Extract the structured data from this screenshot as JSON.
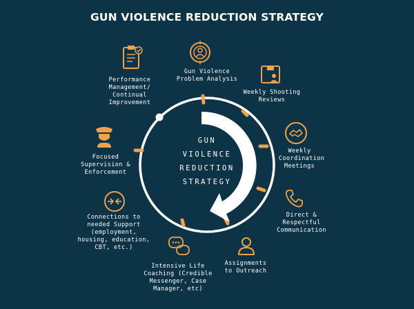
{
  "title": "GUN VIOLENCE REDUCTION STRATEGY",
  "center": {
    "line1": "GUN",
    "line2": "VIOLENCE",
    "line3": "REDUCTION",
    "line4": "STRATEGY"
  },
  "colors": {
    "background": "#0d3347",
    "accent": "#f0a24a",
    "ring": "#ffffff"
  },
  "items": [
    {
      "id": "problem-analysis",
      "icon": "target-person-icon",
      "label": "Gun Violence\nProblem Analysis"
    },
    {
      "id": "shooting-reviews",
      "icon": "review-document-icon",
      "label": "Weekly Shooting\nReviews"
    },
    {
      "id": "coordination-meetings",
      "icon": "handshake-icon",
      "label": "Weekly\nCoordination\nMeetings"
    },
    {
      "id": "communication",
      "icon": "phone-icon",
      "label": "Direct &\nRespectful\nCommunication"
    },
    {
      "id": "outreach",
      "icon": "person-icon",
      "label": "Assignments\nto Outreach"
    },
    {
      "id": "life-coaching",
      "icon": "chat-bubbles-icon",
      "label": "Intensive Life\nCoaching (Credible\nMessenger, Case\nManager, etc)"
    },
    {
      "id": "support",
      "icon": "connection-arrows-icon",
      "label": "Connections to\nneeded Support\n(employment,\nhousing, education,\nCBT, etc.)"
    },
    {
      "id": "supervision",
      "icon": "police-officer-icon",
      "label": "Focused\nSupervision &\nEnforcement"
    },
    {
      "id": "performance",
      "icon": "clipboard-icon",
      "label": "Performance\nManagement/\nContinual\nImprovement"
    }
  ]
}
